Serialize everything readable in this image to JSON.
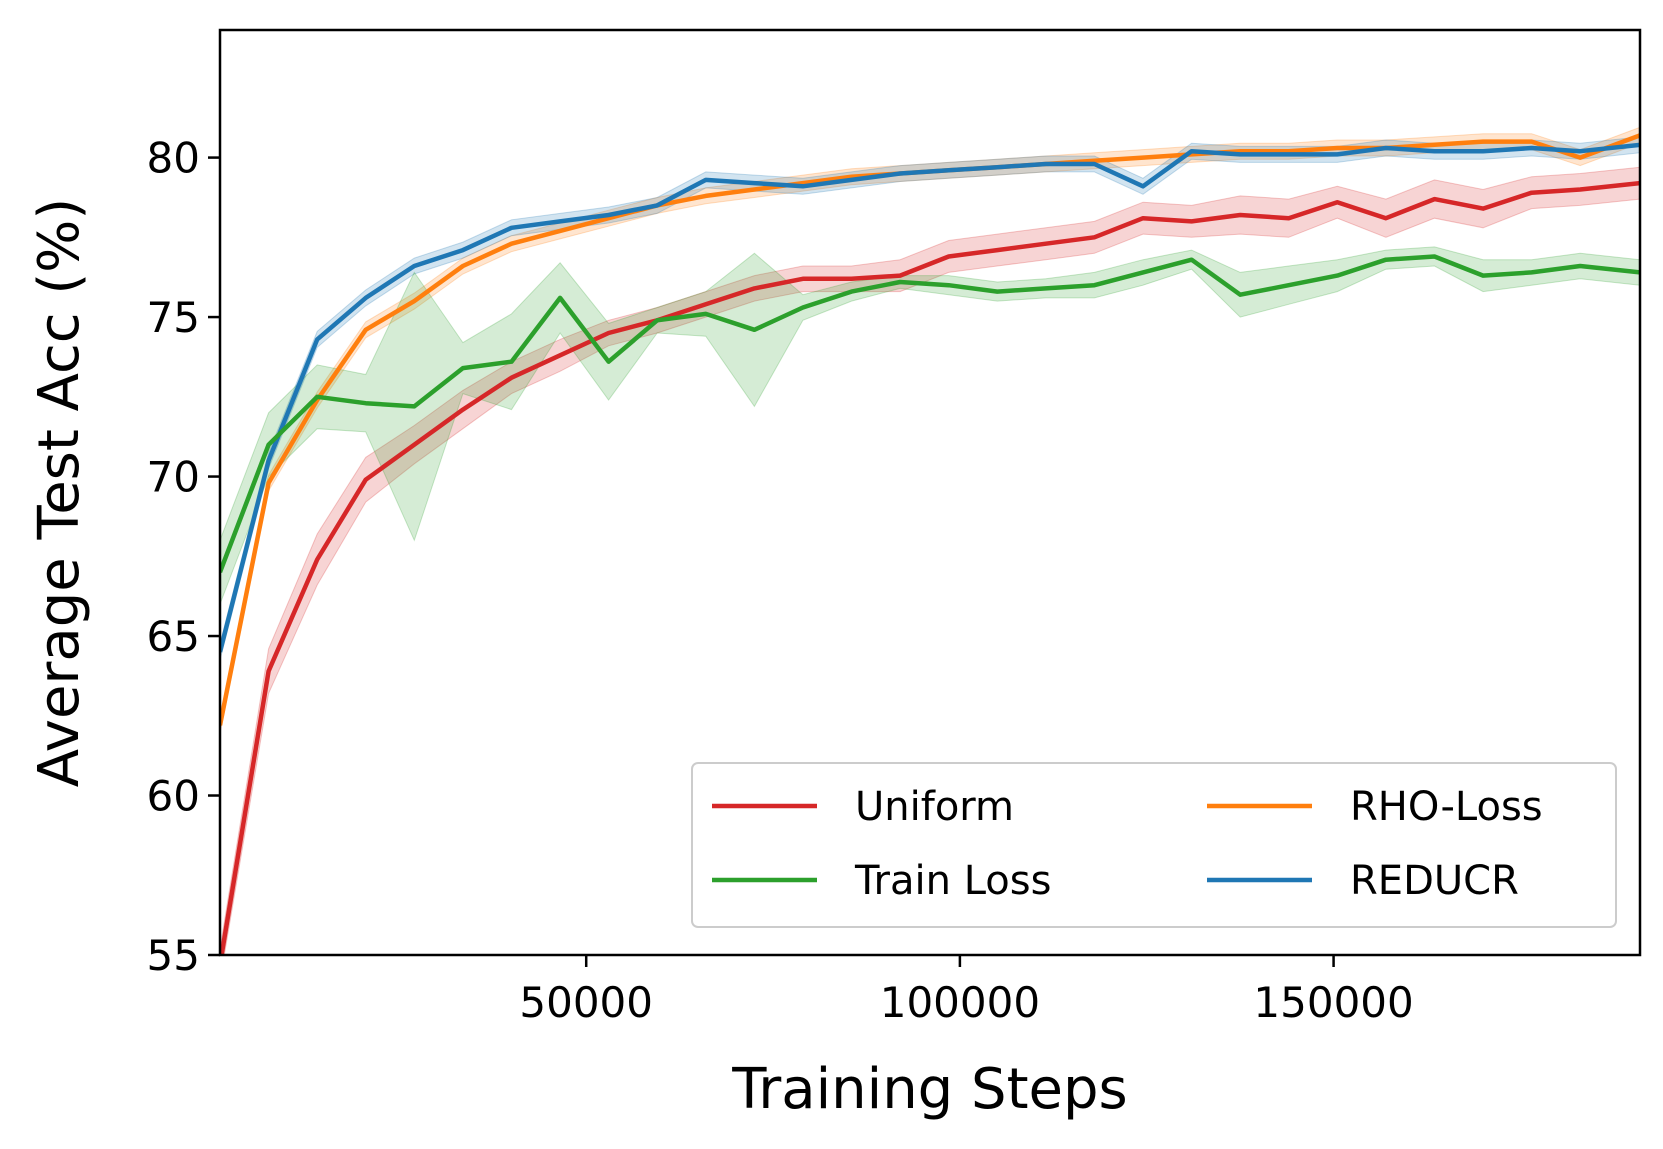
{
  "chart_data": {
    "type": "line",
    "title": "",
    "xlabel": "Training Steps",
    "ylabel": "Average Test Acc (%)",
    "xlim": [
      1000,
      191000
    ],
    "ylim": [
      55,
      84
    ],
    "xticks": [
      50000,
      100000,
      150000
    ],
    "yticks": [
      55,
      60,
      65,
      70,
      75,
      80
    ],
    "grid": false,
    "legend": {
      "placement": "lower-right",
      "columns": 2
    },
    "x": [
      1000,
      7500,
      14000,
      20500,
      27000,
      33500,
      40000,
      46500,
      53000,
      59500,
      66000,
      72500,
      79000,
      85500,
      92000,
      98500,
      105000,
      111500,
      118000,
      124500,
      131000,
      137500,
      144000,
      150500,
      157000,
      163500,
      170000,
      176500,
      183000,
      191000
    ],
    "series": [
      {
        "name": "Uniform",
        "color": "#d62728",
        "values": [
          54.7,
          63.9,
          67.4,
          69.9,
          71.0,
          72.1,
          73.1,
          73.8,
          74.5,
          74.9,
          75.4,
          75.9,
          76.2,
          76.2,
          76.3,
          76.9,
          77.1,
          77.3,
          77.5,
          78.1,
          78.0,
          78.2,
          78.1,
          78.6,
          78.1,
          78.7,
          78.4,
          78.9,
          79.0,
          79.2
        ],
        "band": [
          0.5,
          0.7,
          0.8,
          0.7,
          0.6,
          0.6,
          0.5,
          0.5,
          0.4,
          0.4,
          0.4,
          0.4,
          0.4,
          0.4,
          0.5,
          0.5,
          0.5,
          0.5,
          0.5,
          0.5,
          0.5,
          0.6,
          0.6,
          0.5,
          0.6,
          0.6,
          0.6,
          0.5,
          0.5,
          0.5
        ]
      },
      {
        "name": "Train Loss",
        "color": "#2ca02c",
        "values": [
          67.0,
          71.0,
          72.5,
          72.3,
          72.2,
          73.4,
          73.6,
          75.6,
          73.6,
          74.9,
          75.1,
          74.6,
          75.3,
          75.8,
          76.1,
          76.0,
          75.8,
          75.9,
          76.0,
          76.4,
          76.8,
          75.7,
          76.0,
          76.3,
          76.8,
          76.9,
          76.3,
          76.4,
          76.6,
          76.4
        ],
        "band": [
          1.0,
          1.0,
          1.0,
          0.9,
          4.2,
          0.8,
          1.5,
          1.1,
          1.2,
          0.4,
          0.7,
          2.4,
          0.4,
          0.3,
          0.2,
          0.3,
          0.3,
          0.3,
          0.4,
          0.4,
          0.3,
          0.7,
          0.6,
          0.5,
          0.3,
          0.3,
          0.5,
          0.4,
          0.4,
          0.4
        ]
      },
      {
        "name": "RHO-Loss",
        "color": "#ff7f0e",
        "values": [
          62.2,
          69.8,
          72.4,
          74.6,
          75.5,
          76.6,
          77.3,
          77.7,
          78.1,
          78.5,
          78.8,
          79.0,
          79.2,
          79.4,
          79.5,
          79.6,
          79.7,
          79.8,
          79.9,
          80.0,
          80.1,
          80.2,
          80.2,
          80.3,
          80.3,
          80.4,
          80.5,
          80.5,
          80.0,
          80.7
        ]
      },
      {
        "name": "REDUCR",
        "color": "#1f77b4",
        "values": [
          64.5,
          70.5,
          74.3,
          75.6,
          76.6,
          77.1,
          77.8,
          78.0,
          78.2,
          78.5,
          79.3,
          79.2,
          79.1,
          79.3,
          79.5,
          79.6,
          79.7,
          79.8,
          79.8,
          79.1,
          80.2,
          80.1,
          80.1,
          80.1,
          80.3,
          80.2,
          80.2,
          80.3,
          80.2,
          80.4
        ]
      }
    ]
  }
}
